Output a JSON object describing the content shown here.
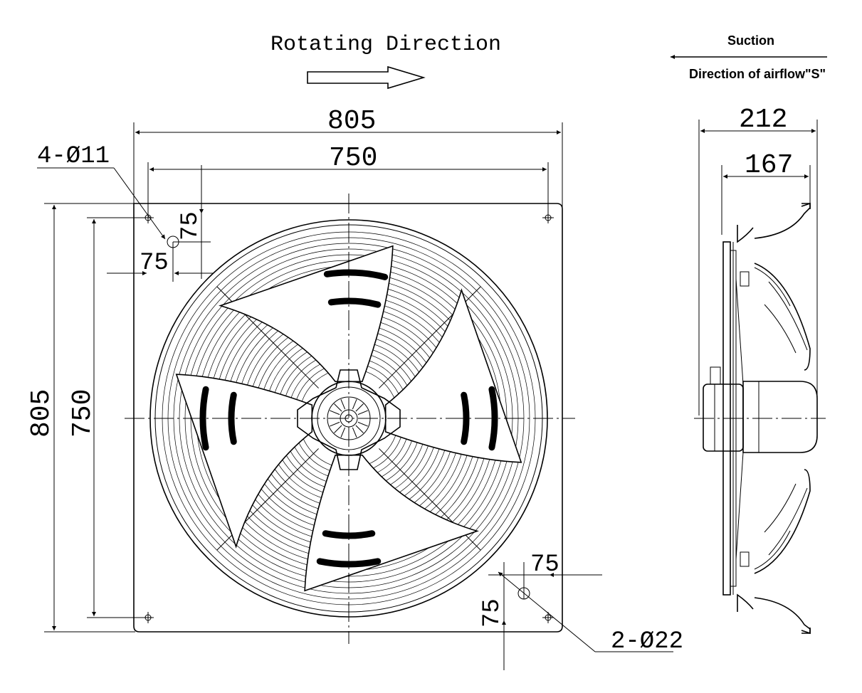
{
  "front_view": {
    "rotating_label": "Rotating Direction",
    "overall_width": "805",
    "hole_pitch_width": "750",
    "overall_height": "805",
    "hole_pitch_height": "750",
    "mount_holes": "4-Ø11",
    "cable_holes": "2-Ø22",
    "offset_top_v": "75",
    "offset_top_h": "75",
    "offset_bottom_h": "75",
    "offset_bottom_v": "75"
  },
  "side_view": {
    "suction_label": "Suction",
    "airflow_label": "Direction of airflow\"S\"",
    "overall_depth": "212",
    "inner_depth": "167"
  }
}
